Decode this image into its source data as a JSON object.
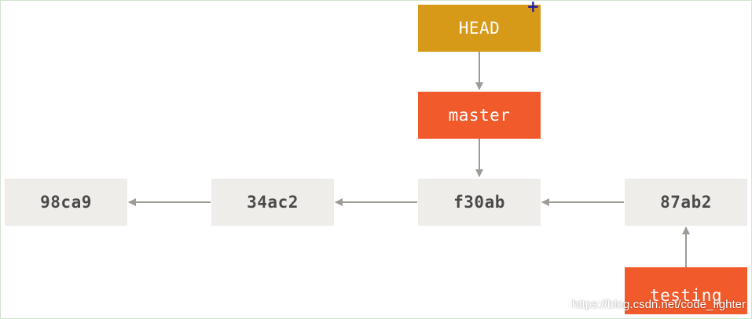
{
  "head": {
    "label": "HEAD"
  },
  "branches": {
    "master": "master",
    "testing": "testing"
  },
  "commits": [
    "98ca9",
    "34ac2",
    "f30ab",
    "87ab2"
  ],
  "watermark": "https://blog.csdn.net/code_fighter",
  "colors": {
    "commit_bg": "#efede9",
    "branch_bg": "#f15a2b",
    "head_bg": "#d79a18",
    "arrow": "#9e9a96"
  }
}
